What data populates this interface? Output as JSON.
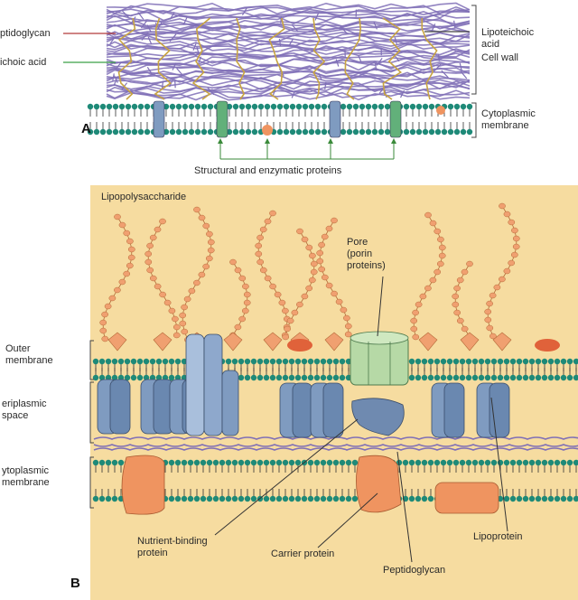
{
  "panel_a": {
    "letter": "A",
    "labels": {
      "peptidoglycan": "ptidoglycan",
      "teichoic_acid": "ichoic acid",
      "lipoteichoic_acid_line1": "Lipoteichoic",
      "lipoteichoic_acid_line2": "acid",
      "cell_wall": "Cell wall",
      "cytoplasmic_membrane_line1": "Cytoplasmic",
      "cytoplasmic_membrane_line2": "membrane",
      "structural_proteins": "Structural and enzymatic proteins"
    }
  },
  "panel_b": {
    "letter": "B",
    "labels": {
      "lipopolysaccharide": "Lipopolysaccharide",
      "porin_line1": "Pore",
      "porin_line2": "(porin",
      "porin_line3": "proteins)",
      "outer_membrane_line1": "Outer",
      "outer_membrane_line2": "membrane",
      "periplasmic_space_line1": "eriplasmic",
      "periplasmic_space_line2": "space",
      "cytoplasmic_membrane_line1": "ytoplasmic",
      "cytoplasmic_membrane_line2": "membrane",
      "nutrient_binding_line1": "Nutrient-binding",
      "nutrient_binding_line2": "protein",
      "carrier_protein": "Carrier protein",
      "peptidoglycan": "Peptidoglycan",
      "lipoprotein": "Lipoprotein"
    }
  },
  "colors": {
    "background_a": "#ffffff",
    "background_b": "#f6dca0",
    "peptidoglycan_mesh": "#7f6fb6",
    "teichoic_strand": "#c8a441",
    "membrane_head": "#1e8a78",
    "protein_green": "#62b07a",
    "protein_blue": "#7f9bc0",
    "protein_orange": "#ef9460",
    "porin_green": "#b6d9a6",
    "lps_bead": "#f0a070"
  }
}
